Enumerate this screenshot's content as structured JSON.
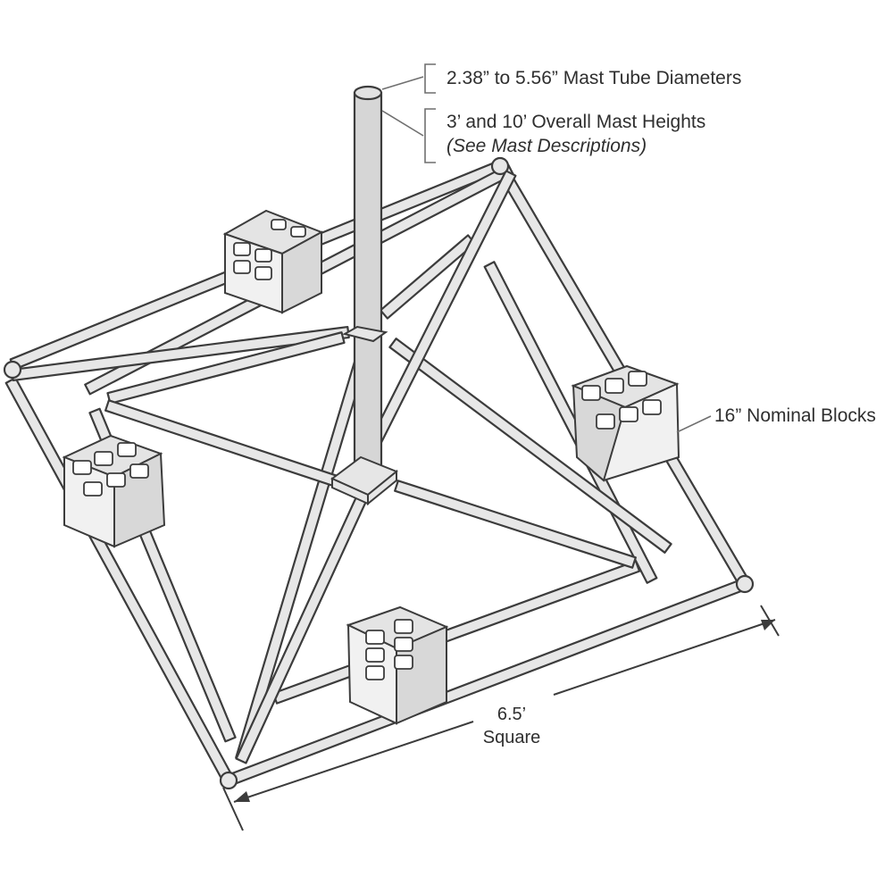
{
  "diagram": {
    "callouts": {
      "mast_diameter": "2.38” to 5.56” Mast Tube Diameters",
      "mast_height_line1": "3’ and 10’ Overall Mast Heights",
      "mast_height_line2": "(See Mast Descriptions)",
      "blocks": "16” Nominal Blocks"
    },
    "dimension": {
      "value": "6.5’",
      "unit_text": "Square"
    },
    "colors": {
      "line": "#3c3c3c",
      "tube_fill": "#e7e7e7",
      "mast_fill": "#d6d6d6",
      "text": "#2f2f2f"
    },
    "icons": {
      "block": "cinder-block-icon",
      "mast": "mast-tube-icon"
    }
  }
}
